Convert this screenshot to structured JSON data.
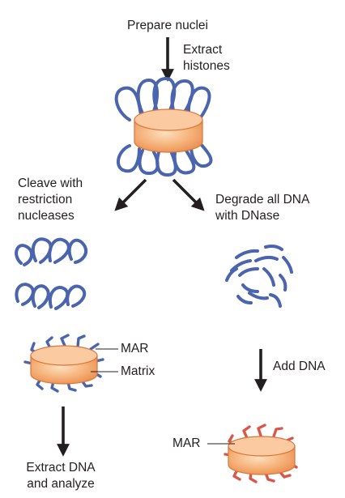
{
  "labels": {
    "prepare_nuclei": "Prepare nuclei",
    "extract_histones": "Extract\nhistones",
    "cleave": "Cleave with\nrestriction\nnucleases",
    "degrade": "Degrade all DNA\nwith DNase",
    "mar_left": "MAR",
    "matrix": "Matrix",
    "add_dna": "Add DNA",
    "mar_right": "MAR",
    "extract_dna": "Extract DNA\nand analyze"
  },
  "colors": {
    "dna_loop": "#4a64ad",
    "matrix_fill": "#f4a661",
    "matrix_stroke": "#d9763a",
    "mar_added": "#d9574a",
    "arrow": "#231f20"
  }
}
